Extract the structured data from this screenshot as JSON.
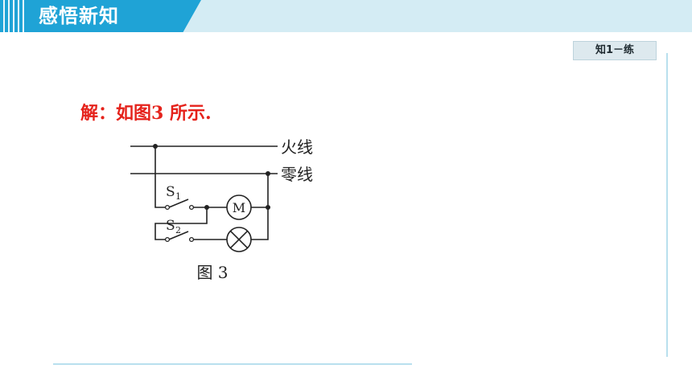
{
  "header": {
    "title": "感悟新知"
  },
  "badge": {
    "label": "知1－练"
  },
  "answer": {
    "text": "解：如图3 所示."
  },
  "circuit": {
    "live_wire_label": "火线",
    "neutral_wire_label": "零线",
    "switch1_letter": "S",
    "switch1_sub": "1",
    "switch2_letter": "S",
    "switch2_sub": "2",
    "motor_symbol": "M",
    "caption": "图 3"
  },
  "colors": {
    "header_tab": "#1fa3d6",
    "header_band": "#d4ecf4",
    "answer_text": "#e5221b",
    "rule": "#b9e0ee"
  }
}
